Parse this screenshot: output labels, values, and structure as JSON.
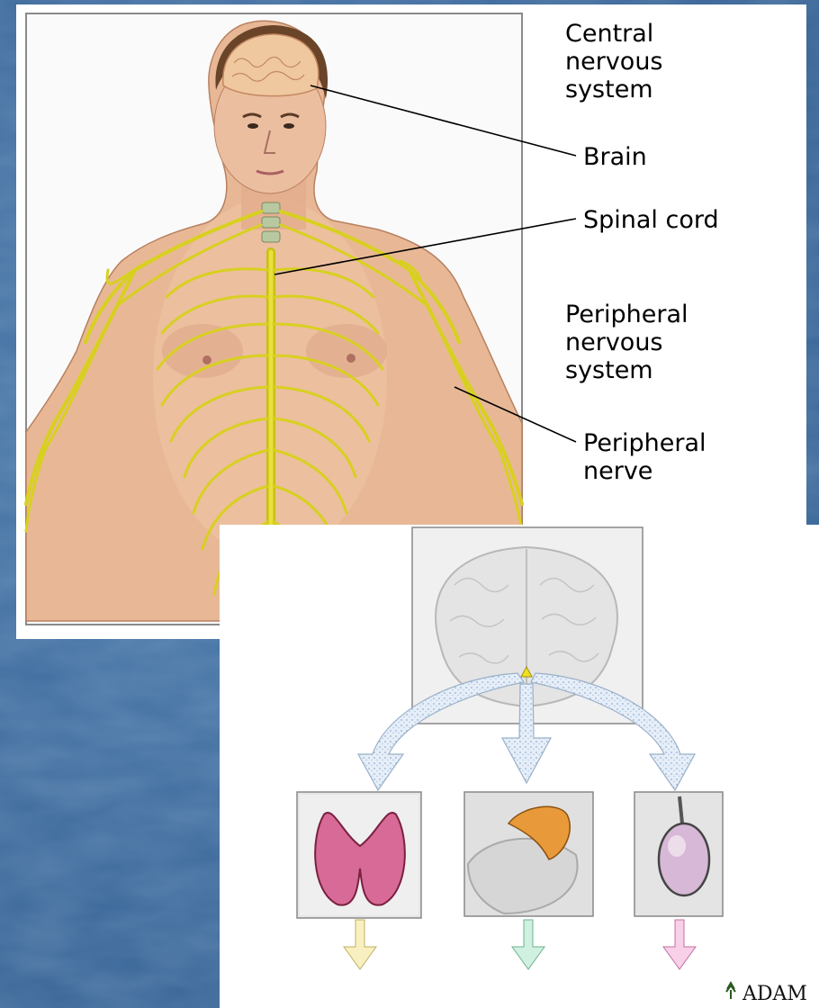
{
  "labels": {
    "cns": "Central\nnervous\nsystem",
    "brain": "Brain",
    "spinal_cord": "Spinal cord",
    "pns": "Peripheral\nnervous\nsystem",
    "peripheral_nerve": "Peripheral\nnerve"
  },
  "logo": "ADAM",
  "colors": {
    "background": "#3f6d9f",
    "nerve": "#d8d020",
    "skin": "#e8b896",
    "thyroid": "#d76a96",
    "adrenal": "#e89a3a",
    "testis": "#d7b8d6"
  }
}
